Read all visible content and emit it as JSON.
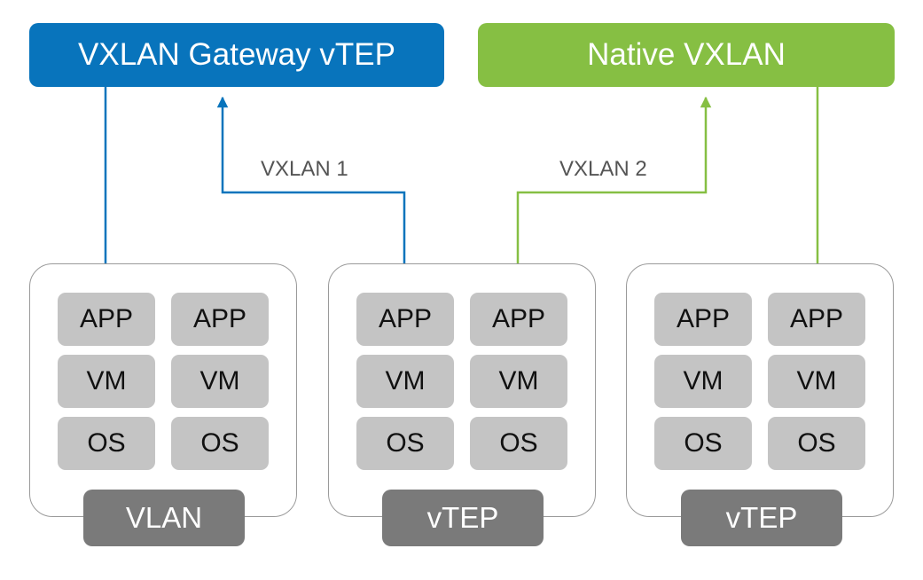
{
  "headers": {
    "gateway": "VXLAN Gateway vTEP",
    "native": "Native VXLAN"
  },
  "links": {
    "vxlan1": "VXLAN 1",
    "vxlan2": "VXLAN 2"
  },
  "hosts": [
    {
      "label": "VLAN",
      "stacks": [
        [
          "APP",
          "VM",
          "OS"
        ],
        [
          "APP",
          "VM",
          "OS"
        ]
      ]
    },
    {
      "label": "vTEP",
      "stacks": [
        [
          "APP",
          "VM",
          "OS"
        ],
        [
          "APP",
          "VM",
          "OS"
        ]
      ]
    },
    {
      "label": "vTEP",
      "stacks": [
        [
          "APP",
          "VM",
          "OS"
        ],
        [
          "APP",
          "VM",
          "OS"
        ]
      ]
    }
  ],
  "colors": {
    "gateway_blue": "#0874bc",
    "native_green": "#86bf43",
    "tile_gray": "#c4c4c4",
    "host_label_gray": "#7a7a7a"
  }
}
